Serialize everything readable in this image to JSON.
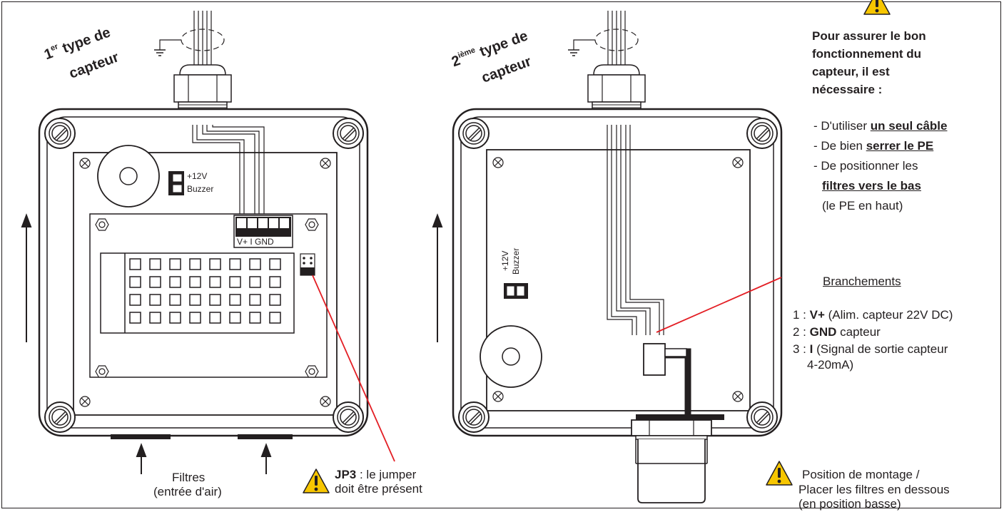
{
  "sensor1": {
    "title_num": "1",
    "title_sup": "er",
    "title_a": "type de",
    "title_b": "capteur",
    "buzzer_v": "+12V",
    "buzzer_label": "Buzzer",
    "terminal_label": "V+ I GND",
    "filters_line1": "Filtres",
    "filters_line2": "(entrée d'air)",
    "jp3_bold": "JP3",
    "jp3_rest": " : le jumper",
    "jp3_line2": "doit être présent"
  },
  "sensor2": {
    "title_num": "2",
    "title_sup": "ième",
    "title_a": "type de",
    "title_b": "capteur",
    "buzzer_v": "+12V",
    "buzzer_label": "Buzzer"
  },
  "warning": {
    "heading": "Pour assurer le bon fonctionnement du capteur, il est nécessaire :",
    "item1_pre": "- D'utiliser ",
    "item1_bold": "un seul câble",
    "item2_pre": "- De bien ",
    "item2_bold": "serrer le PE",
    "item3_pre": "- De positionner les",
    "item3_bold": "filtres vers le bas",
    "item3_post": "(le PE en haut)"
  },
  "branchements": {
    "heading": "Branchements",
    "line1_num": "1 : ",
    "line1_bold": "V+",
    "line1_rest": " (Alim. capteur 22V DC)",
    "line2_num": "2 : ",
    "line2_bold": "GND",
    "line2_rest": " capteur",
    "line3_num": "3 : ",
    "line3_bold": "I",
    "line3_rest": " (Signal de sortie capteur",
    "line3_cont": "4-20mA)"
  },
  "mounting": {
    "line1": "Position de montage /",
    "line2": "Placer les filtres en dessous",
    "line3": "(en position basse)"
  },
  "colors": {
    "line": "#231f20",
    "pointer": "#e31e24",
    "warning_fill": "#f7c600"
  }
}
